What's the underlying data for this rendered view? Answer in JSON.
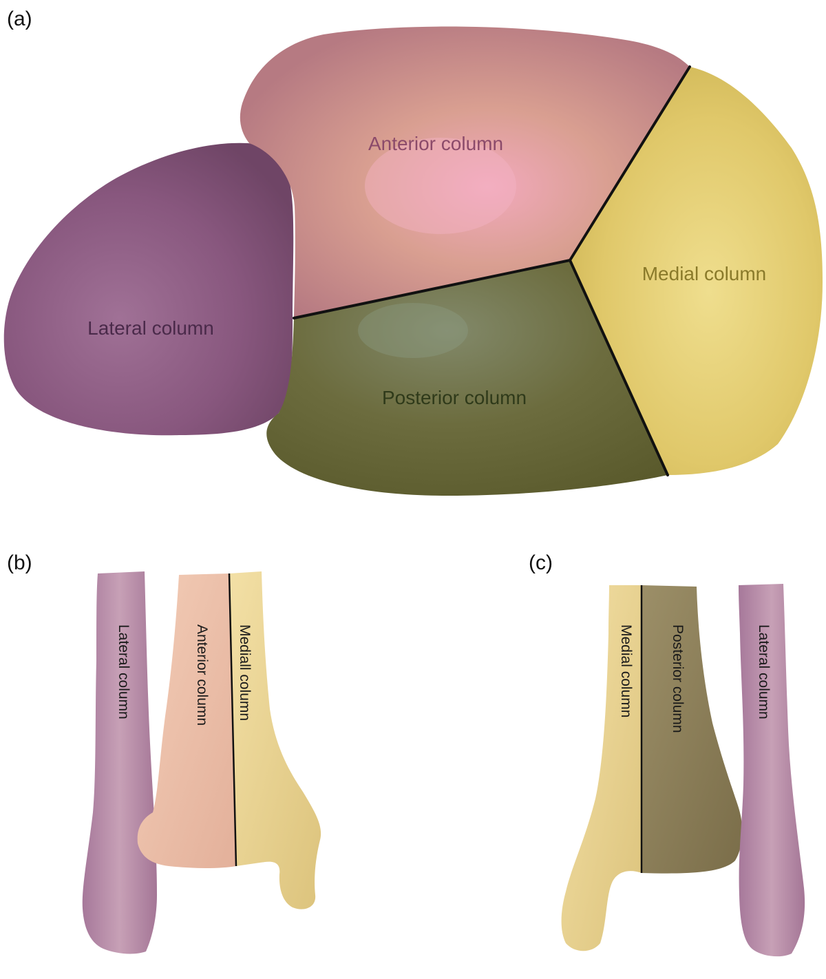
{
  "panels": {
    "a": {
      "label": "(a)",
      "regions": {
        "anterior": "Anterior column",
        "lateral": "Lateral column",
        "medial": "Medial column",
        "posterior": "Posterior column"
      }
    },
    "b": {
      "label": "(b)",
      "labels": {
        "lateral": "Lateral column",
        "anterior": "Anterior column",
        "medial": "Mediall column"
      }
    },
    "c": {
      "label": "(c)",
      "labels": {
        "medial": "Medial column",
        "posterior": "Posterior column",
        "lateral": "Lateral column"
      }
    }
  },
  "colors": {
    "anterior": "#d69a8c",
    "anterior_highlight": "#f0a8b8",
    "lateral": "#8a5a80",
    "medial": "#e8d27a",
    "posterior": "#6e6c3c",
    "fibula": "#b88aa2",
    "anterior_bone": "#eec3ae",
    "medial_bone": "#eed89a",
    "posterior_bone": "#8d7f5a"
  }
}
